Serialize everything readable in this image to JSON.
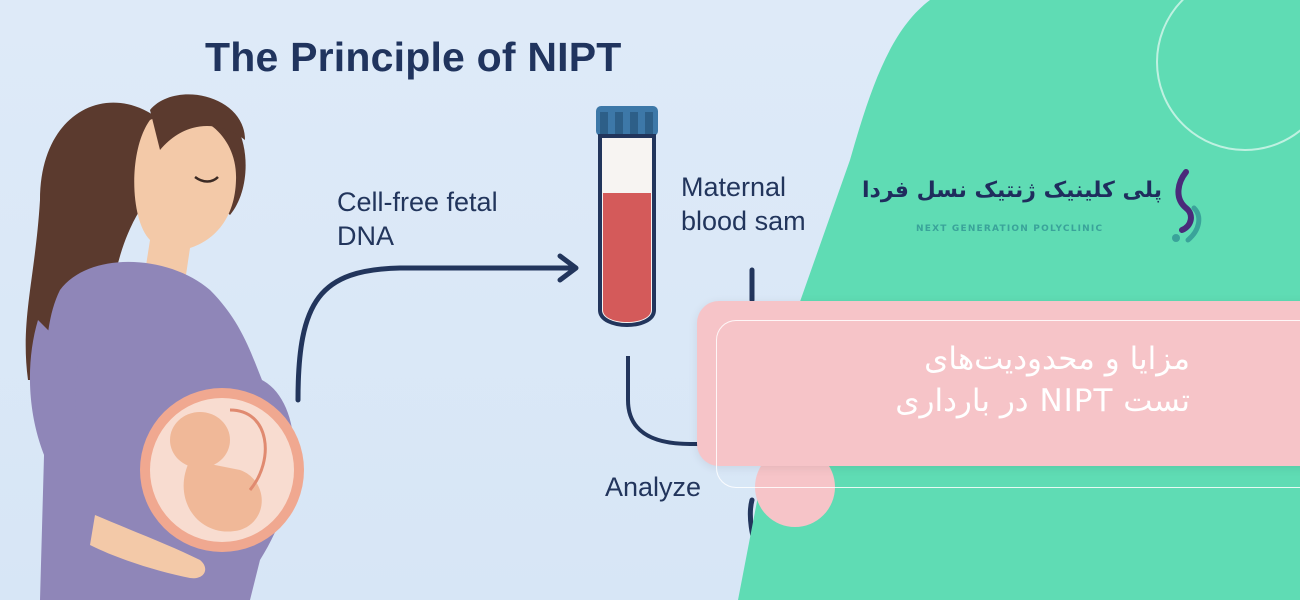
{
  "illustration": {
    "title": "The Principle of NIPT",
    "label_cffdna": "Cell-free fetal\nDNA",
    "label_maternal": "Maternal\nblood sam",
    "label_analyze": "Analyze"
  },
  "banner": {
    "line1": "مزایا و محدودیت‌های",
    "line2": "تست NIPT در بارداری"
  },
  "logo": {
    "name_fa": "پلی کلینیک ژنتیک نسل فردا",
    "name_en": "NEXT GENERATION POLYCLINIC"
  },
  "colors": {
    "background": "#dbe8f6",
    "green_panel": "#5fdcb4",
    "pink_banner": "#f6c4c8",
    "navy_text": "#20345e",
    "blood_red": "#d45a5a",
    "tube_cap": "#3d78a8"
  }
}
